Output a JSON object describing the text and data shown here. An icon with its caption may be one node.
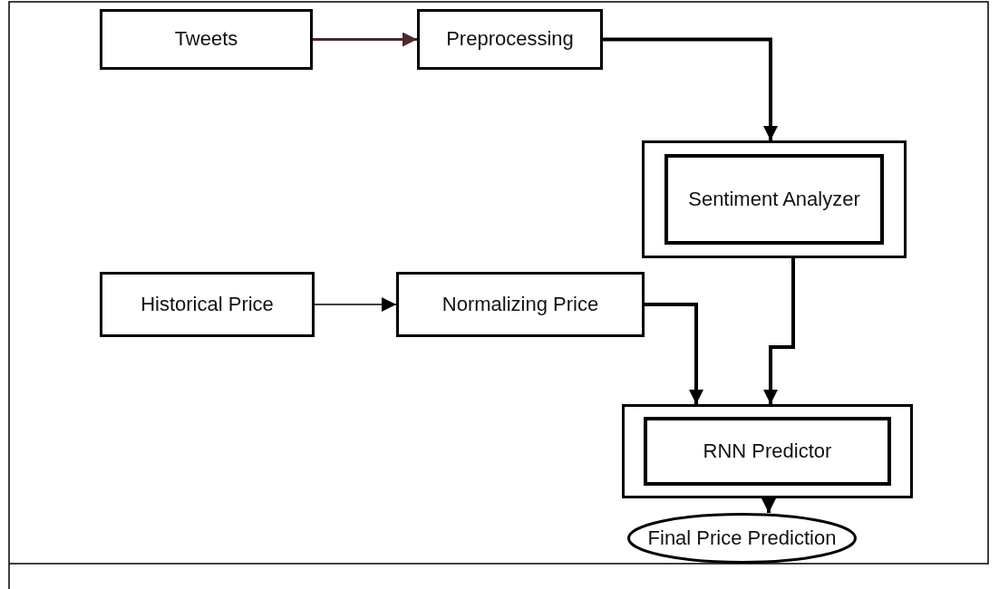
{
  "diagram": {
    "nodes": [
      {
        "text": [
          "Tweets"
        ]
      },
      {
        "text": [
          "Preprocessing"
        ]
      },
      {
        "text": [
          "Sentiment Analyzer"
        ]
      },
      {
        "text": [
          "Historical Price"
        ]
      },
      {
        "text": [
          "Normalizing Price"
        ]
      },
      {
        "text": [
          "RNN Predictor"
        ]
      },
      {
        "text": [
          "Final Price Prediction"
        ]
      }
    ],
    "edges": [
      {
        "from": 0,
        "to": 1,
        "arrow": "to",
        "color": "#4a2a2a"
      },
      {
        "from": 1,
        "to": 2,
        "arrow": "to"
      },
      {
        "from": 3,
        "to": 4,
        "arrow": "to"
      },
      {
        "from": 4,
        "to": 5,
        "arrow": "to"
      },
      {
        "from": 2,
        "to": 5,
        "arrow": "to"
      },
      {
        "from": 5,
        "to": 6,
        "arrow": "to"
      }
    ]
  }
}
